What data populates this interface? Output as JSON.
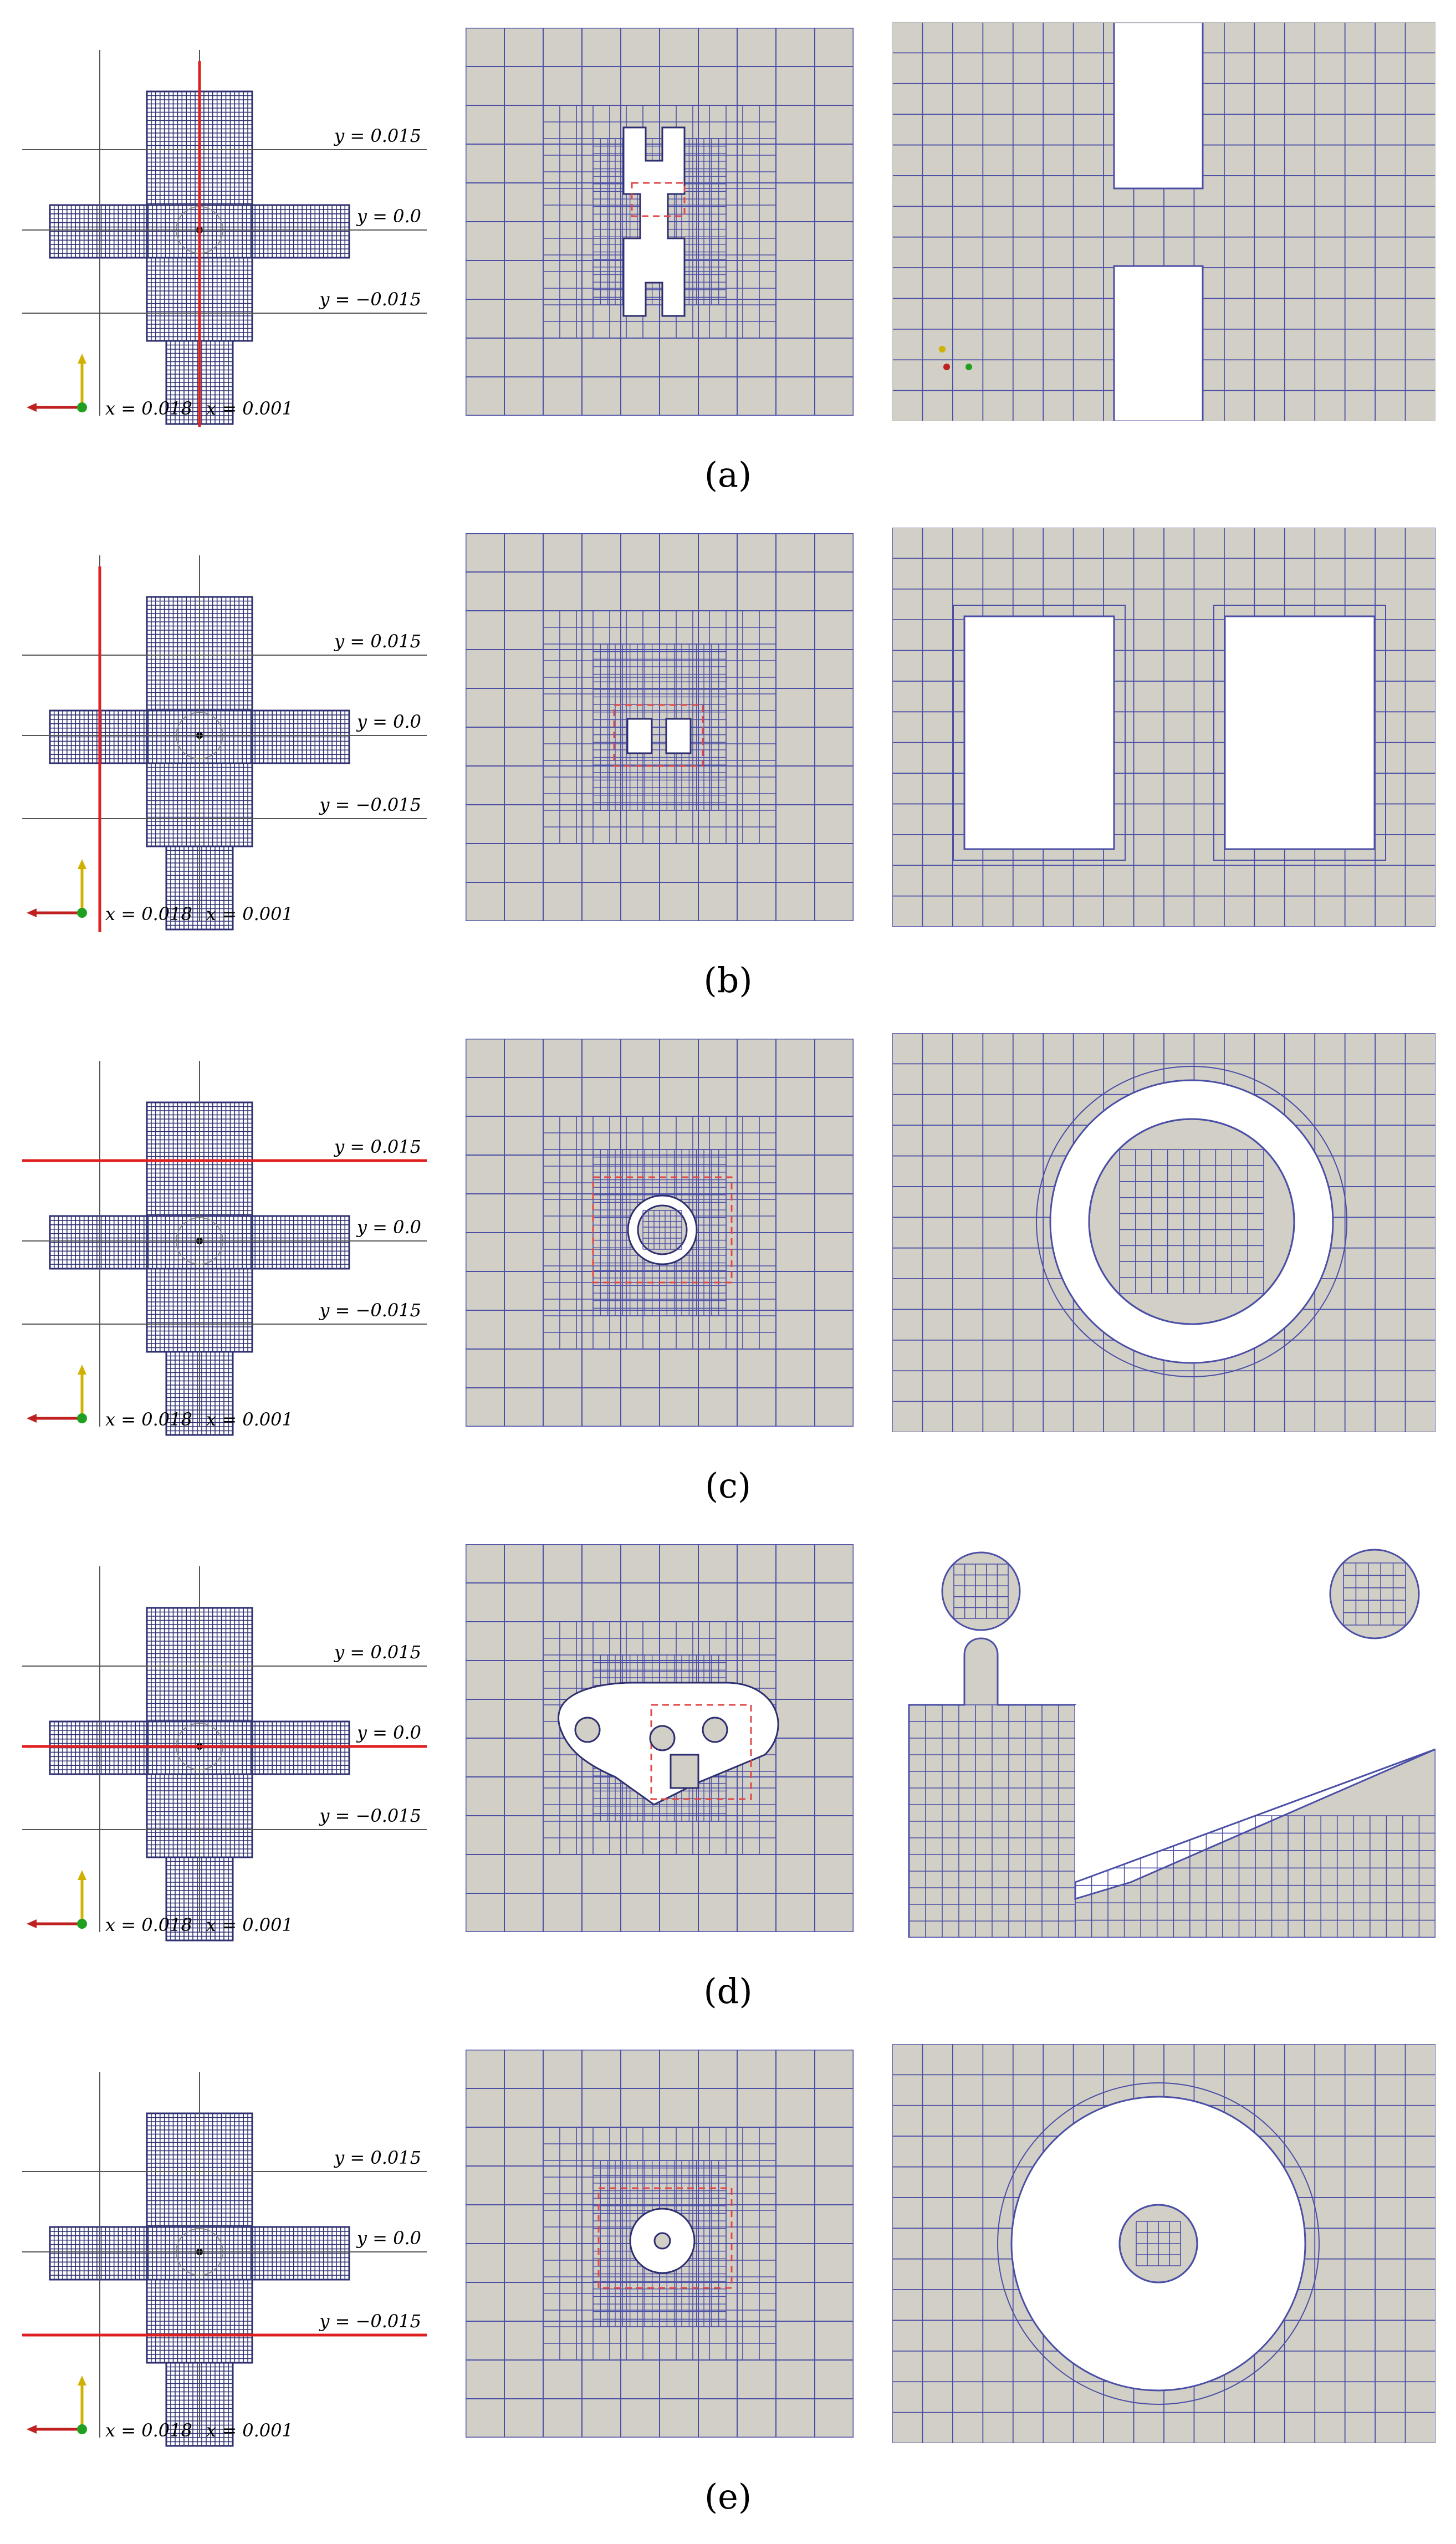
{
  "colors": {
    "mesh_bg": "#d2cfc6",
    "mesh_line": "#4b4fa6",
    "mesh_dense": "#2d2f70",
    "cut_line": "#e02020",
    "zoom_box": "#e04848",
    "axis_line": "#555555",
    "axis_x": "#c02020",
    "axis_y": "#d0b000",
    "axis_z": "#20a020"
  },
  "icons": {
    "axis_triad": "xyz-axis-triad-icon"
  },
  "overview": {
    "y_labels": [
      "y = 0.015",
      "y = 0.0",
      "y = −0.015"
    ],
    "x_labels": [
      "x = 0.018",
      "x = 0.001"
    ]
  },
  "rows": [
    {
      "id": "a",
      "caption": "(a)",
      "cut": "x=0.001",
      "section_shape": "h-slot",
      "detail_shape": "h-bridge"
    },
    {
      "id": "b",
      "caption": "(b)",
      "cut": "x=0.018",
      "section_shape": "two-slots",
      "detail_shape": "two-windows"
    },
    {
      "id": "c",
      "caption": "(c)",
      "cut": "y=0.015",
      "section_shape": "ring",
      "detail_shape": "ring"
    },
    {
      "id": "d",
      "caption": "(d)",
      "cut": "y=0.0",
      "section_shape": "lobe",
      "detail_shape": "lobe-detail"
    },
    {
      "id": "e",
      "caption": "(e)",
      "cut": "y=-0.015",
      "section_shape": "annulus",
      "detail_shape": "annulus-detail"
    }
  ]
}
